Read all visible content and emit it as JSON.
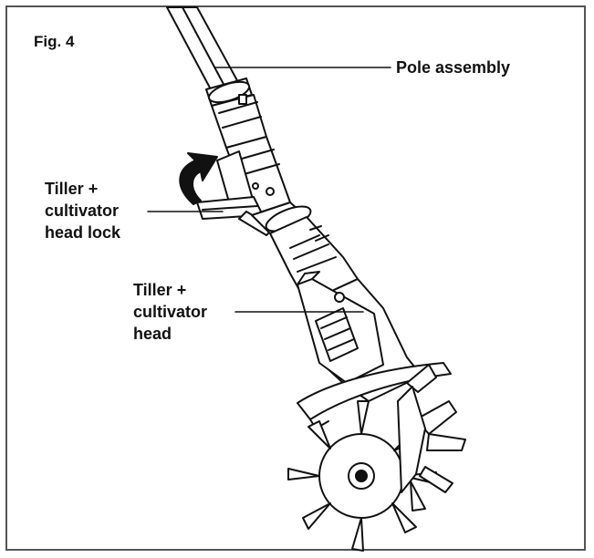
{
  "figure": {
    "title": "Fig. 4"
  },
  "callouts": {
    "pole": {
      "text": "Pole assembly"
    },
    "lock": {
      "line1": "Tiller +",
      "line2": "cultivator",
      "line3": "head lock"
    },
    "head": {
      "line1": "Tiller +",
      "line2": "cultivator",
      "line3": "head"
    }
  },
  "colors": {
    "stroke": "#111111",
    "fill": "#ffffff",
    "frame": "#555555"
  },
  "icons": {
    "rotation_arrow": "curved-arrow-icon"
  }
}
